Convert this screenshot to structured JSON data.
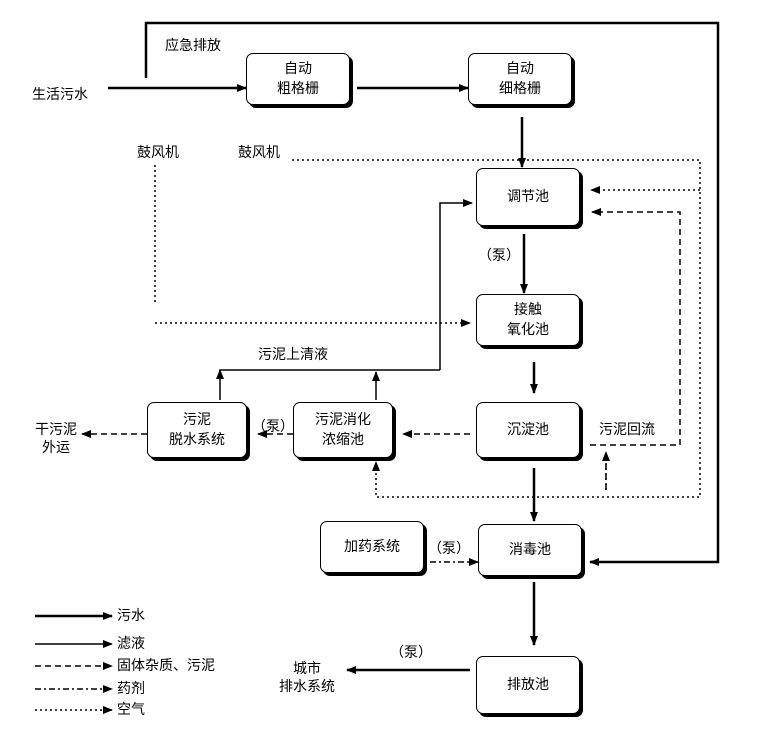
{
  "diagram": {
    "units": {
      "coarse_screen": [
        "自动",
        "粗格栅"
      ],
      "fine_screen": [
        "自动",
        "细格栅"
      ],
      "equalization_tank": [
        "调节池"
      ],
      "contact_oxidation_tank": [
        "接触",
        "氧化池"
      ],
      "sedimentation_tank": [
        "沉淀池"
      ],
      "sludge_digestion_tank": [
        "污泥消化",
        "浓缩池"
      ],
      "sludge_dewatering": [
        "污泥",
        "脱水系统"
      ],
      "dosing_system": [
        "加药系统"
      ],
      "disinfection_tank": [
        "消毒池"
      ],
      "discharge_tank": [
        "排放池"
      ]
    },
    "labels": {
      "sewage_in": "生活污水",
      "emergency_discharge": "应急排放",
      "blower_left": "鼓风机",
      "blower_right": "鼓风机",
      "pump_equalization": "（泵）",
      "sludge_supernatant": "污泥上清液",
      "sludge_return": "污泥回流",
      "pump_sludge": "（泵）",
      "dry_sludge": [
        "干污泥",
        "外运"
      ],
      "pump_dosing": "（泵）",
      "pump_discharge": "（泵）",
      "city_drainage": [
        "城市",
        "排水系统"
      ]
    },
    "legend": [
      {
        "style": "solid-thick",
        "label": "污水"
      },
      {
        "style": "solid",
        "label": "滤液"
      },
      {
        "style": "dashed",
        "label": "固体杂质、污泥"
      },
      {
        "style": "dash-dot",
        "label": "药剂"
      },
      {
        "style": "dotted",
        "label": "空气"
      }
    ]
  }
}
